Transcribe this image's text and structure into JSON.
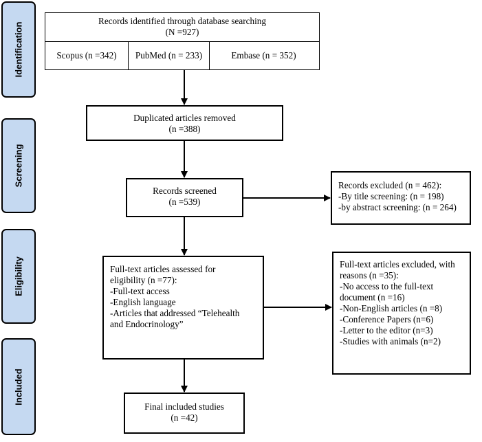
{
  "phases": [
    {
      "id": "identification",
      "label": "Identification"
    },
    {
      "id": "screening",
      "label": "Screening"
    },
    {
      "id": "eligibility",
      "label": "Eligibility"
    },
    {
      "id": "included",
      "label": "Included"
    }
  ],
  "identified": {
    "title": "Records identified through database searching",
    "count": "(N =927)",
    "sources": [
      {
        "label": "Scopus (n =342)"
      },
      {
        "label": "PubMed (n = 233)"
      },
      {
        "label": "Embase (n = 352)"
      }
    ]
  },
  "duplicates": {
    "title": "Duplicated articles removed",
    "count": "(n =388)"
  },
  "screened": {
    "title": "Records screened",
    "count": "(n =539)"
  },
  "excluded_screening": {
    "lines": [
      "Records excluded (n = 462):",
      "-By title screening: (n = 198)",
      "-by abstract screening: (n = 264)"
    ]
  },
  "fulltext_assessed": {
    "lines": [
      "Full-text articles assessed for",
      "eligibility (n =77):",
      "-Full-text access",
      "-English language",
      "-Articles that addressed “Telehealth",
      "and Endocrinology”"
    ]
  },
  "fulltext_excluded": {
    "lines": [
      "Full-text articles excluded, with",
      "reasons (n =35):",
      "-No access to the full-text",
      "document (n =16)",
      "-Non-English articles (n =8)",
      "-Conference Papers (n=6)",
      "-Letter to the editor (n=3)",
      "-Studies with animals (n=2)"
    ]
  },
  "included": {
    "title": "Final included studies",
    "count": "(n =42)"
  },
  "colors": {
    "phase_fill": "#c5d9f1",
    "stroke": "#000000"
  }
}
